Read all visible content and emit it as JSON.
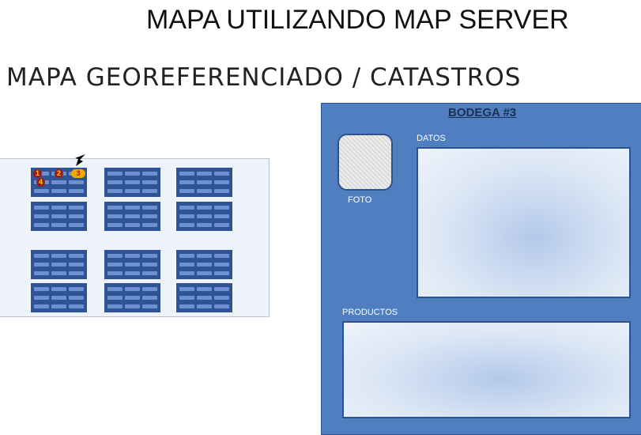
{
  "header": {
    "title": "MAPA UTILIZANDO MAP SERVER",
    "subtitle": "MAPA GEOREFERENCIADO / CATASTROS"
  },
  "map": {
    "pins": [
      {
        "label": "1",
        "selected": false
      },
      {
        "label": "2",
        "selected": false
      },
      {
        "label": "3",
        "selected": true
      },
      {
        "label": "4",
        "selected": false
      }
    ],
    "pointer_icon": "arrow-pointer-icon",
    "block_color": "#2f5496"
  },
  "panel": {
    "title": "BODEGA #3",
    "photo_label": "FOTO",
    "data_label": "DATOS",
    "products_label": "PRODUCTOS",
    "color": "#4f7fc0"
  }
}
